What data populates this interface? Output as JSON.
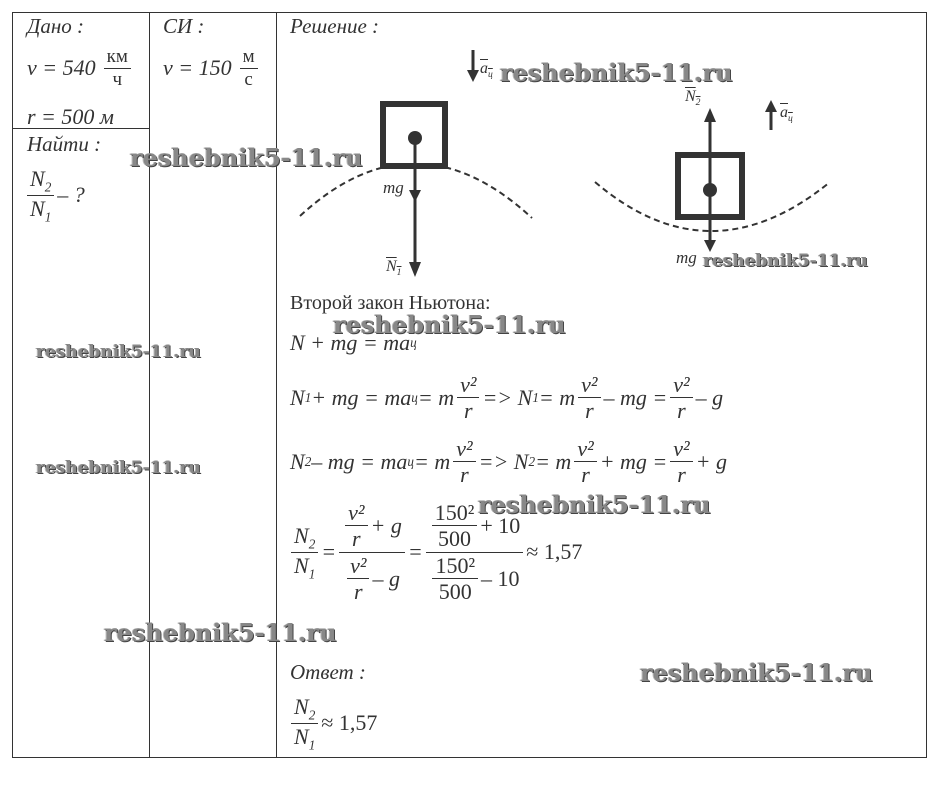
{
  "given": {
    "title": "Дано :",
    "v_label": "v = 540",
    "v_unit_num": "км",
    "v_unit_den": "ч",
    "r_label": "r = 500 м"
  },
  "si": {
    "title": "СИ :",
    "v_label": "v = 150",
    "v_unit_num": "м",
    "v_unit_den": "с"
  },
  "find": {
    "title": "Найти :",
    "N": "N",
    "sub2": "2",
    "sub1": "1",
    "suffix": "– ?"
  },
  "solution": {
    "title": "Решение :",
    "diagram": {
      "a": "a",
      "ts": "ц",
      "mg": "mg",
      "N": "N",
      "one": "1",
      "two": "2"
    },
    "law": "Второй закон Ньютона:",
    "eq0": {
      "a": "N + mg = ma",
      "sub": "ц"
    },
    "eq1": {
      "p1": "N",
      "s1": "1",
      "p2": " + mg = ma",
      "s2": "ц",
      "p3": " = m",
      "num": "v²",
      "den": "r",
      "p4": " => N",
      "s3": "1",
      "p5": " = m",
      "p6": " – mg = ",
      "p7": " – g"
    },
    "eq2": {
      "p1": "N",
      "s1": "2",
      "p2": " – mg = ma",
      "s2": "ц",
      "p3": " = m",
      "num": "v²",
      "den": "r",
      "p4": " => N",
      "s3": "2",
      "p5": " = m",
      "p6": " + mg = ",
      "p7": " + g"
    },
    "eq3": {
      "N": "N",
      "s2": "2",
      "s1": "1",
      "eq": "=",
      "plus_g": " + g",
      "minus_g": " – g",
      "num150": "150²",
      "den500": "500",
      "plus10": " + 10",
      "minus10": " – 10",
      "result": "≈ 1,57"
    },
    "answer_title": "Ответ :",
    "answer_result": "≈ 1,57"
  },
  "watermark": "reshebnik5-11.ru"
}
